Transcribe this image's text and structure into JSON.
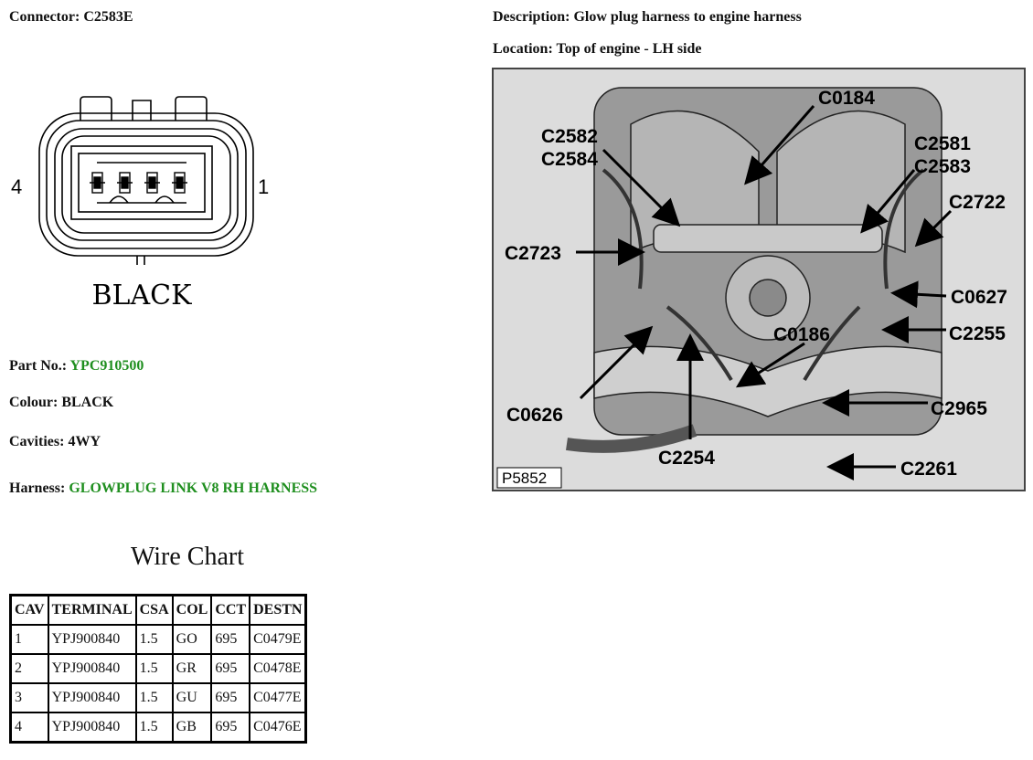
{
  "connector": {
    "label": "Connector:",
    "value": "C2583E"
  },
  "description": {
    "label": "Description:",
    "value": "Glow plug harness to engine harness"
  },
  "location": {
    "label": "Location:",
    "value": "Top of engine - LH side"
  },
  "diagram": {
    "pin_left": "4",
    "pin_right": "1",
    "color_text": "BLACK"
  },
  "part_no": {
    "label": "Part No.:",
    "value": "YPC910500"
  },
  "colour": {
    "label": "Colour:",
    "value": "BLACK"
  },
  "cavities": {
    "label": "Cavities:",
    "value": "4WY"
  },
  "harness": {
    "label": "Harness:",
    "value": "GLOWPLUG LINK V8 RH HARNESS"
  },
  "wire_chart": {
    "title": "Wire Chart",
    "headers": [
      "CAV",
      "TERMINAL",
      "CSA",
      "COL",
      "CCT",
      "DESTN"
    ],
    "rows": [
      [
        "1",
        "YPJ900840",
        "1.5",
        "GO",
        "695",
        "C0479E"
      ],
      [
        "2",
        "YPJ900840",
        "1.5",
        "GR",
        "695",
        "C0478E"
      ],
      [
        "3",
        "YPJ900840",
        "1.5",
        "GU",
        "695",
        "C0477E"
      ],
      [
        "4",
        "YPJ900840",
        "1.5",
        "GB",
        "695",
        "C0476E"
      ]
    ]
  },
  "photo": {
    "id": "P5852",
    "callouts": [
      "C0184",
      "C2582",
      "C2584",
      "C2581",
      "C2583",
      "C2722",
      "C2723",
      "C0627",
      "C0186",
      "C2255",
      "C0626",
      "C2965",
      "C2254",
      "C2261"
    ]
  },
  "colors": {
    "value_green": "#1f8f1f"
  }
}
